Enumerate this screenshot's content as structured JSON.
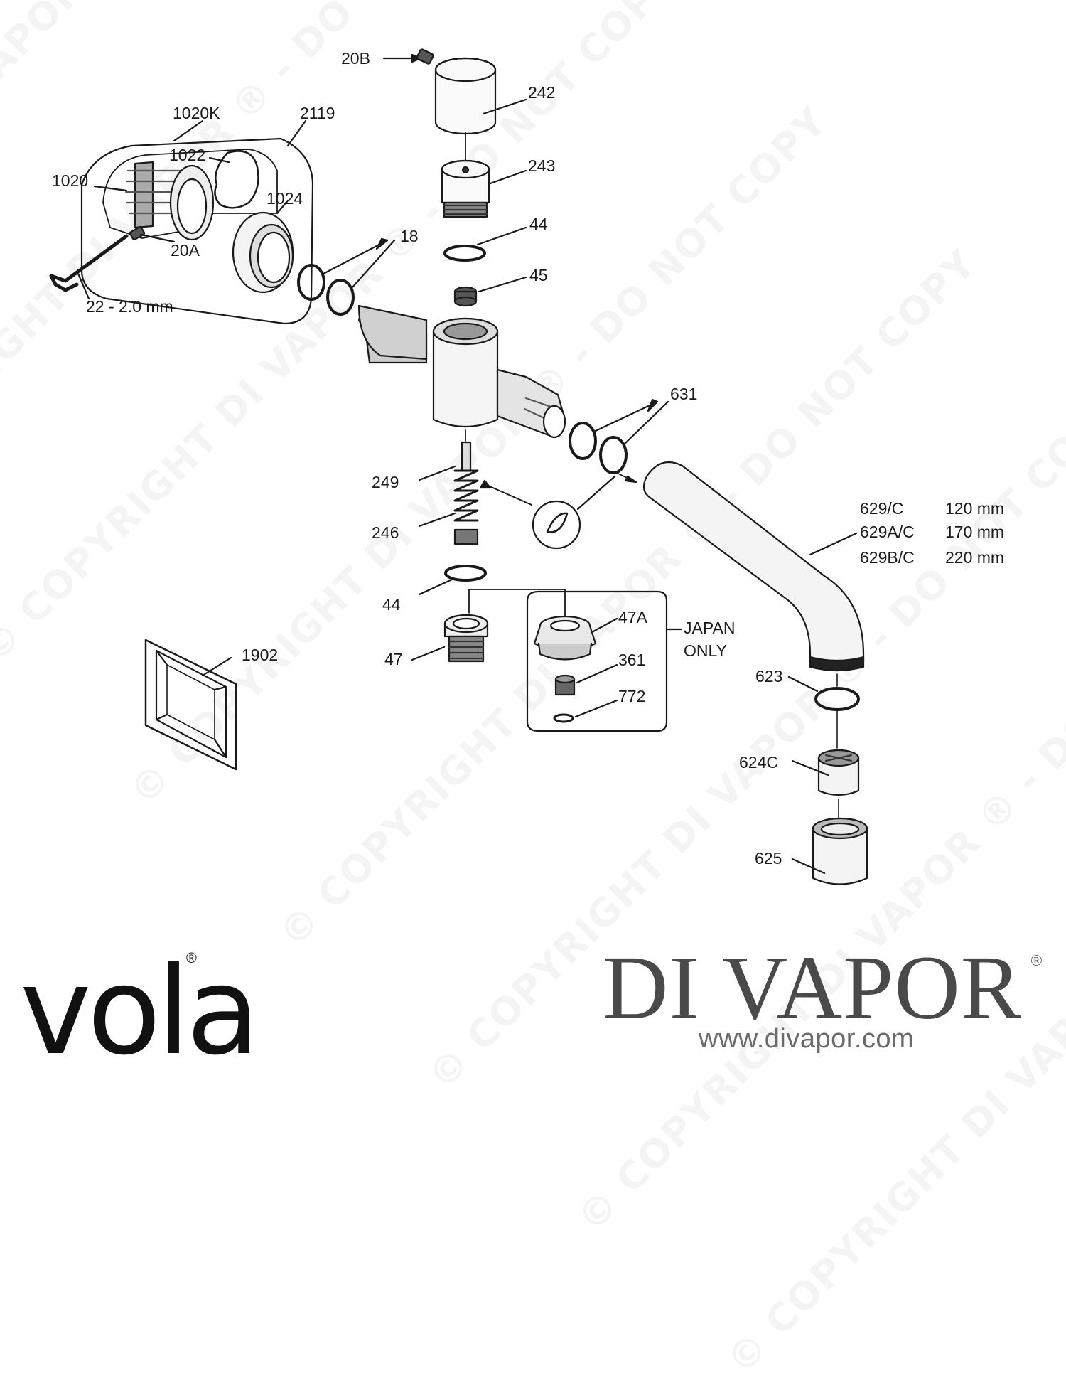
{
  "watermark": "© COPYRIGHT DI VAPOR ® - DO NOT COPY",
  "parts": {
    "p20B": "20B",
    "p242": "242",
    "p1020K": "1020K",
    "p2119": "2119",
    "p1022": "1022",
    "p1020": "1020",
    "p1024": "1024",
    "p243": "243",
    "p44_top": "44",
    "p18": "18",
    "p20A": "20A",
    "p45": "45",
    "p22": "22 - 2.0 mm",
    "p631": "631",
    "p249": "249",
    "p246": "246",
    "p629C": "629/C",
    "p629C_len": "120 mm",
    "p629AC": "629A/C",
    "p629AC_len": "170 mm",
    "p629BC": "629B/C",
    "p629BC_len": "220 mm",
    "p44_bottom": "44",
    "p47A": "47A",
    "japan_line1": "JAPAN",
    "japan_line2": "ONLY",
    "p47": "47",
    "p361": "361",
    "p1902": "1902",
    "p772": "772",
    "p623": "623",
    "p624C": "624C",
    "p625": "625"
  },
  "branding": {
    "vola": "vola",
    "vola_reg": "®",
    "divapor": "DI VAPOR",
    "divapor_reg": "®",
    "url": "www.divapor.com"
  }
}
